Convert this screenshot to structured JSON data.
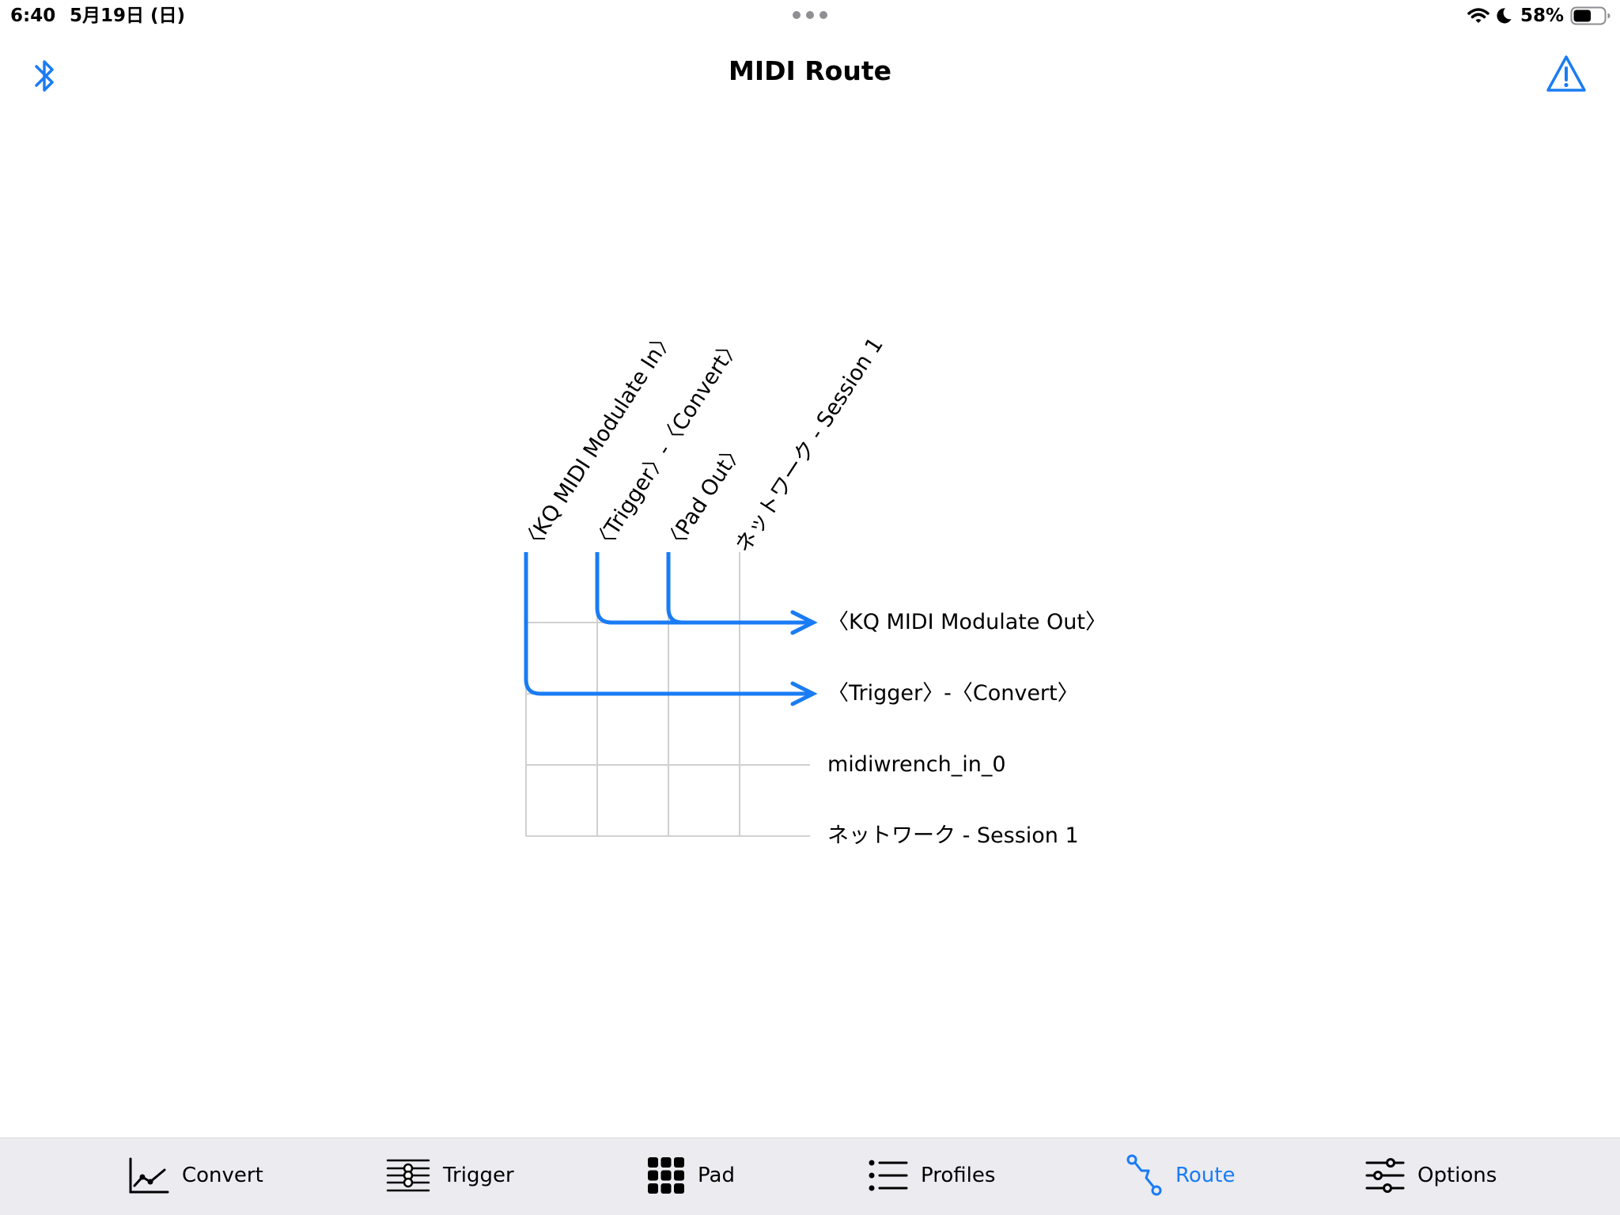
{
  "status_bar": {
    "time": "6:40",
    "date": "5月19日 (日)",
    "battery_percent": "58%",
    "battery_level": 0.58
  },
  "nav": {
    "title": "MIDI Route",
    "left_icon": "bluetooth-icon",
    "right_icon": "warning-icon"
  },
  "route": {
    "sources": [
      "〈KQ MIDI Modulate In〉",
      "〈Trigger〉-〈Convert〉",
      "〈Pad Out〉",
      "ネットワーク - Session 1"
    ],
    "destinations": [
      "〈KQ MIDI Modulate Out〉",
      "〈Trigger〉-〈Convert〉",
      "midiwrench_in_0",
      "ネットワーク - Session 1"
    ],
    "connections": [
      {
        "source": 0,
        "destination": 1
      },
      {
        "source": 1,
        "destination": 0
      },
      {
        "source": 2,
        "destination": 0
      }
    ]
  },
  "tabs": [
    {
      "label": "Convert",
      "icon": "chart-line-icon",
      "selected": false
    },
    {
      "label": "Trigger",
      "icon": "trigger-icon",
      "selected": false
    },
    {
      "label": "Pad",
      "icon": "grid-icon",
      "selected": false
    },
    {
      "label": "Profiles",
      "icon": "list-icon",
      "selected": false
    },
    {
      "label": "Route",
      "icon": "route-icon",
      "selected": true
    },
    {
      "label": "Options",
      "icon": "sliders-icon",
      "selected": false
    }
  ],
  "colors": {
    "accent": "#1a7cf4",
    "grid": "#d0d0d0",
    "tab_bar_bg": "#ebebf0"
  }
}
